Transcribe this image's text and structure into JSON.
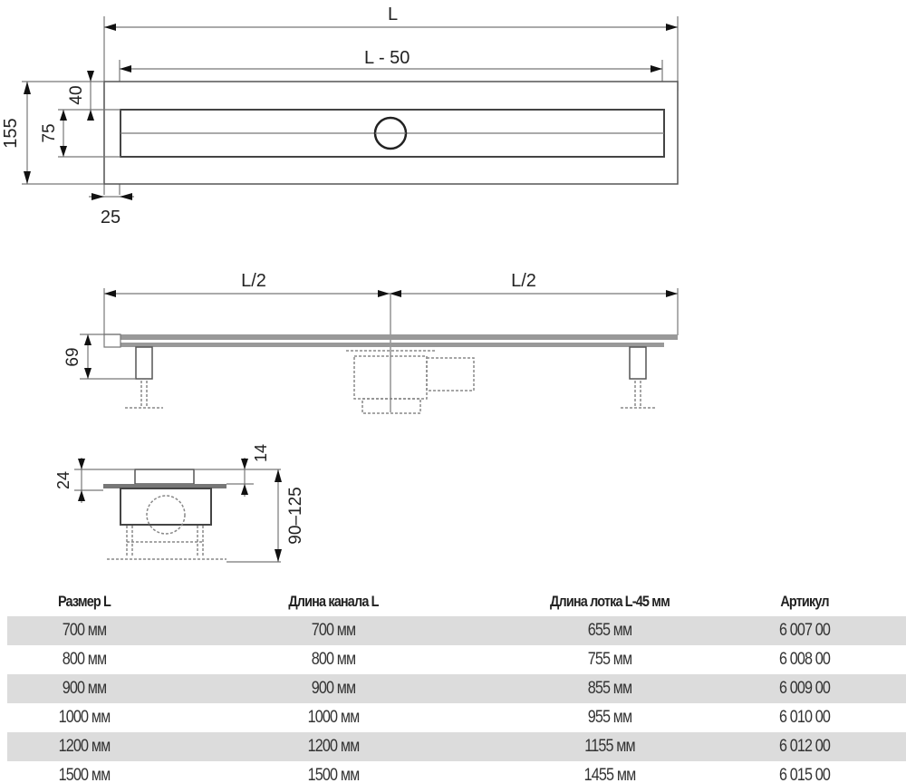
{
  "top_view": {
    "dim_L": "L",
    "dim_L50": "L - 50",
    "dim_155": "155",
    "dim_40": "40",
    "dim_75": "75",
    "dim_25": "25"
  },
  "side_view": {
    "dim_half_left": "L/2",
    "dim_half_right": "L/2",
    "dim_69": "69"
  },
  "cross_section": {
    "dim_24": "24",
    "dim_14": "14",
    "dim_90_125": "90–125"
  },
  "table": {
    "headers": [
      "Размер L",
      "Длина канала L",
      "Длина лотка L-45 мм",
      "Артикул"
    ],
    "rows": [
      [
        "700 мм",
        "700 мм",
        "655 мм",
        "6 007 00"
      ],
      [
        "800 мм",
        "800 мм",
        "755 мм",
        "6 008 00"
      ],
      [
        "900 мм",
        "900 мм",
        "855 мм",
        "6 009 00"
      ],
      [
        "1000 мм",
        "1000 мм",
        "955 мм",
        "6 010 00"
      ],
      [
        "1200 мм",
        "1200 мм",
        "1155 мм",
        "6 012 00"
      ],
      [
        "1500 мм",
        "1500 мм",
        "1455 мм",
        "6 015 00"
      ]
    ]
  }
}
